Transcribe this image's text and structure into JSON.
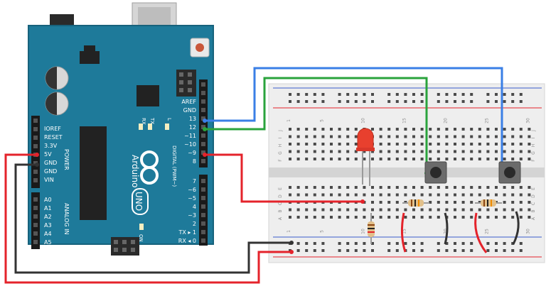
{
  "board": {
    "brand": "Arduino",
    "model": "UNO",
    "on_label": "ON",
    "tx_led_label": "TX",
    "rx_led_label": "RX",
    "l_led_label": "L",
    "digital_caption": "DIGITAL (PWM~)",
    "power_caption": "POWER",
    "analog_caption": "ANALOG IN",
    "digital_top_labels": [
      "AREF",
      "GND",
      "13",
      "12",
      "~11",
      "~10",
      "~9",
      "8"
    ],
    "digital_bottom_labels": [
      "7",
      "~6",
      "~5",
      "4",
      "~3",
      "2",
      "TX ▸ 1",
      "RX ◂ 0"
    ],
    "power_labels": [
      "IOREF",
      "RESET",
      "3.3V",
      "5V",
      "GND",
      "GND",
      "VIN"
    ],
    "analog_labels": [
      "A0",
      "A1",
      "A2",
      "A3",
      "A4",
      "A5"
    ]
  },
  "breadboard": {
    "column_numbers_top": [
      "30",
      "25",
      "20",
      "15",
      "10",
      "5",
      "1"
    ],
    "column_numbers_bottom": [
      "30",
      "25",
      "20",
      "15",
      "10",
      "5",
      "1"
    ],
    "row_letters_left_top": [
      "J",
      "I",
      "H",
      "G",
      "F"
    ],
    "row_letters_left_bottom": [
      "E",
      "D",
      "C",
      "B",
      "A"
    ],
    "row_letters_right_top": [
      "J",
      "I",
      "H",
      "G",
      "F"
    ],
    "row_letters_right_bottom": [
      "E",
      "D",
      "C",
      "B",
      "A"
    ]
  },
  "colors": {
    "board": "#1e7a9a",
    "board_edge": "#17627c",
    "wire_red": "#e4232b",
    "wire_green": "#2aa33c",
    "wire_blue": "#3a7fe6",
    "wire_black": "#333333",
    "led": "#e8402e",
    "button": "#6b6b6b"
  }
}
